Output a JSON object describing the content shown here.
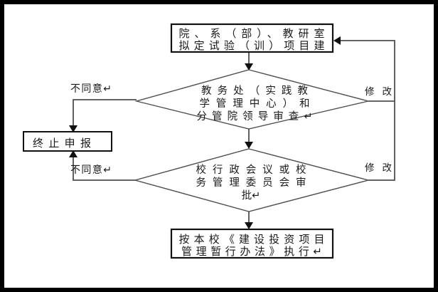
{
  "diagram": {
    "type": "flowchart",
    "language": "zh-CN",
    "nodes": {
      "start_box": {
        "shape": "rectangle",
        "lines": [
          "院、系（部）、教研室",
          "拟定试验（训）项目建"
        ]
      },
      "review_diamond": {
        "shape": "diamond",
        "lines": [
          "教务处（实践教",
          "学管理中心）和",
          "分管院领导审查↵"
        ]
      },
      "approval_diamond": {
        "shape": "diamond",
        "lines": [
          "校行政会议或校",
          "务管理委员会审",
          "批↵"
        ]
      },
      "execute_box": {
        "shape": "rectangle",
        "lines": [
          "按本校《建设投资项目",
          "管理暂行办法》执行↵"
        ]
      },
      "terminate_box": {
        "shape": "rectangle",
        "label": "终止申报"
      }
    },
    "edge_labels": {
      "disagree_top": "不同意↵",
      "disagree_bottom": "不同意↵",
      "modify_top": "修改",
      "modify_bottom": "修改"
    },
    "colors": {
      "background": "#ffffff",
      "frame": "#000000",
      "box_border": "#111111",
      "line": "#4f4f4f",
      "arrow": "#111111",
      "text": "#1a1a1a"
    }
  }
}
